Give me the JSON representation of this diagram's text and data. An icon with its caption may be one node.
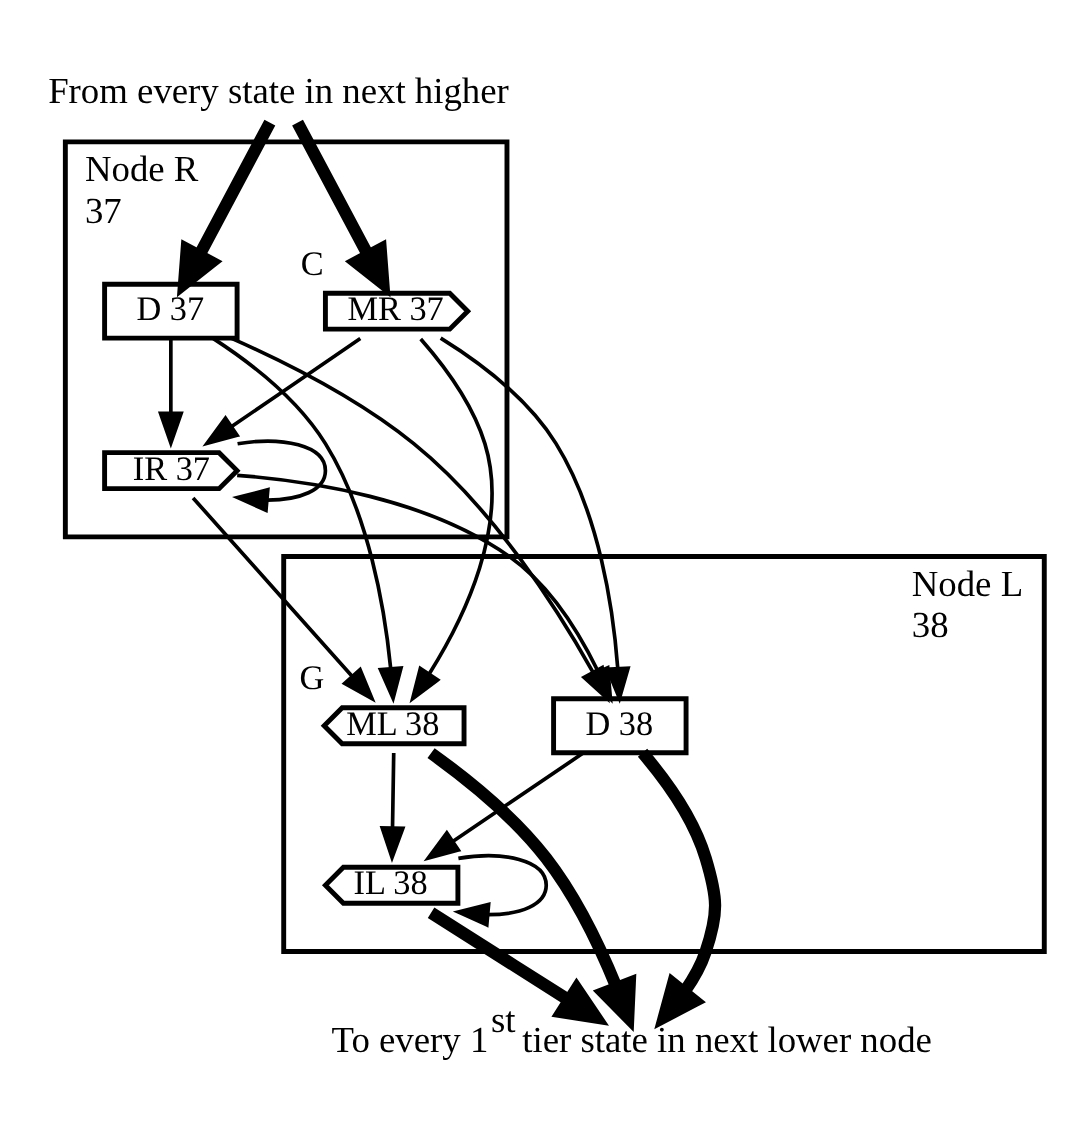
{
  "diagram": {
    "nodes": [
      {
        "text": [
          "Node R 37"
        ]
      },
      {
        "text": [
          "D 37"
        ],
        "in": 0
      },
      {
        "text": [
          "MR 37"
        ],
        "in": 0,
        "beside": [
          "C"
        ]
      },
      {
        "text": [
          "IR 37"
        ],
        "in": 0
      },
      {
        "text": [
          "Node L 38"
        ]
      },
      {
        "text": [
          "ML 38"
        ],
        "in": 4,
        "beside": [
          "G"
        ]
      },
      {
        "text": [
          "D 38"
        ],
        "in": 4
      },
      {
        "text": [
          "IL 38"
        ],
        "in": 4
      },
      {
        "text": [
          "From every state in next higher"
        ]
      },
      {
        "text": [
          "To every 1$^{st}$ tier state in next lower node"
        ]
      }
    ],
    "edges": [
      {
        "from": 8,
        "to": 1,
        "arrow": "to",
        "style": "thick"
      },
      {
        "from": 8,
        "to": 2,
        "arrow": "to",
        "style": "thick"
      },
      {
        "from": 1,
        "to": 5,
        "arrow": "to"
      },
      {
        "from": 1,
        "to": 6,
        "arrow": "to"
      },
      {
        "from": 1,
        "to": 3,
        "arrow": "to"
      },
      {
        "from": 2,
        "to": 5,
        "arrow": "to"
      },
      {
        "from": 2,
        "to": 6,
        "arrow": "to"
      },
      {
        "from": 2,
        "to": 3,
        "arrow": "to"
      },
      {
        "from": 3,
        "to": 3,
        "arrow": "to"
      },
      {
        "from": 3,
        "to": 5,
        "arrow": "to"
      },
      {
        "from": 3,
        "to": 6,
        "arrow": "to"
      },
      {
        "from": 5,
        "to": 7,
        "arrow": "to"
      },
      {
        "from": 6,
        "to": 7,
        "arrow": "to"
      },
      {
        "from": 7,
        "to": 7,
        "arrow": "to"
      },
      {
        "from": 7,
        "to": 9,
        "arrow": "to",
        "style": "thick"
      },
      {
        "from": 5,
        "to": 9,
        "arrow": "to",
        "style": "thick"
      },
      {
        "from": 6,
        "to": 9,
        "arrow": "to",
        "style": "thick"
      }
    ]
  }
}
